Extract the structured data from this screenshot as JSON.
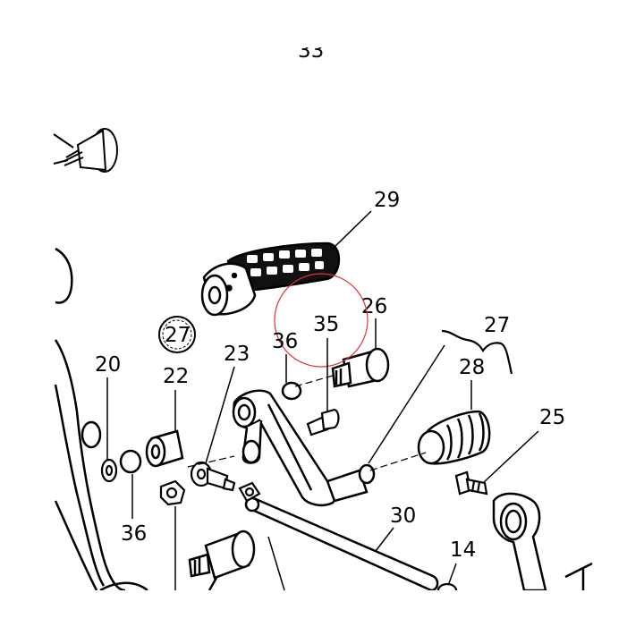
{
  "diagram": {
    "top_partial_label": "33",
    "callouts": {
      "c29": "29",
      "c26": "26",
      "c35": "35",
      "c27_bracket": "27",
      "c27_circled": "27",
      "c36_upper": "36",
      "c36_lower": "36",
      "c28": "28",
      "c25": "25",
      "c20": "20",
      "c22": "22",
      "c23": "23",
      "c30": "30",
      "c14": "14"
    },
    "highlight_color": "#e2313a"
  }
}
